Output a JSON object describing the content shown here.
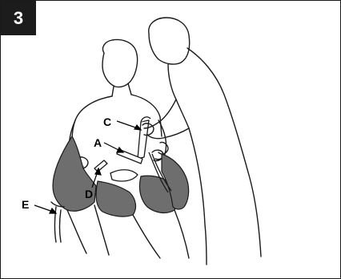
{
  "figure": {
    "step_number": "3",
    "callouts": {
      "a": "A",
      "c": "C",
      "d": "D",
      "e": "E"
    },
    "colors": {
      "sling": "#6e6e6e",
      "outline": "#1a1a1a",
      "badge": "#1c1c1c"
    }
  }
}
